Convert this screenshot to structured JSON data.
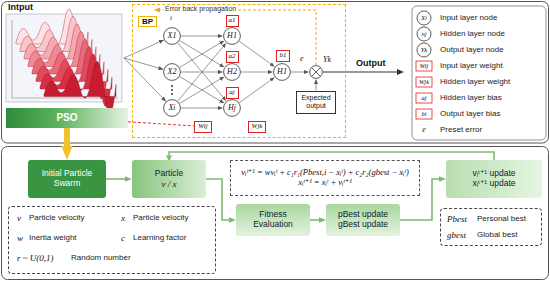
{
  "diagram": {
    "nodes": [
      {
        "text": [
          "PSO"
        ]
      },
      {
        "text": [
          "BP"
        ]
      },
      {
        "text": [
          "X1"
        ],
        "in": 1
      },
      {
        "text": [
          "X2"
        ],
        "in": 1
      },
      {
        "text": [
          "Xi"
        ],
        "in": 1
      },
      {
        "text": [
          "H1"
        ],
        "in": 1
      },
      {
        "text": [
          "H2"
        ],
        "in": 1
      },
      {
        "text": [
          "Hj"
        ],
        "in": 1
      },
      {
        "text": [
          "H1"
        ],
        "in": 1
      },
      {
        "text": [
          "e"
        ],
        "in": 1
      },
      {
        "text": [
          "Expected output"
        ],
        "in": 1
      },
      {
        "text": [
          "a1"
        ],
        "in": 1
      },
      {
        "text": [
          "a2"
        ],
        "in": 1
      },
      {
        "text": [
          "aj"
        ],
        "in": 1
      },
      {
        "text": [
          "b1"
        ],
        "in": 1
      },
      {
        "text": [
          "Wij"
        ],
        "in": 1
      },
      {
        "text": [
          "Wjk"
        ],
        "in": 1
      },
      {
        "text": [
          "Initial Particle Swarm"
        ]
      },
      {
        "text": [
          "Particle",
          "v / x"
        ]
      },
      {
        "text": [
          "v",
          "Particle velocity",
          "x",
          "Particle velocity",
          "w",
          "Inertia weight",
          "c",
          "Learning factor",
          "r ~ U(0,1)",
          "Random number"
        ]
      },
      {
        "text": [
          "vᵢᵗ⁺¹ = wvᵢᵗ + c₁r₁(Pbest,i − xᵢᵗ) + c₂r₂(gbest − xᵢᵗ)",
          "xᵢᵗ⁺¹ = xᵢᵗ + vᵢᵗ⁺¹"
        ]
      },
      {
        "text": [
          "Fitness Evaluation"
        ]
      },
      {
        "text": [
          "pBest update",
          "gBest update"
        ]
      },
      {
        "text": [
          "vᵢᵗ⁺¹ update",
          "xᵢᵗ⁺¹ update"
        ]
      },
      {
        "text": [
          "Pbest",
          "Personal best",
          "gbest",
          "Global best"
        ]
      }
    ],
    "edges": [
      {
        "from": 0,
        "to": 15,
        "arrow": "none"
      },
      {
        "from": 2,
        "to": 5,
        "arrow": "to"
      },
      {
        "from": 2,
        "to": 6,
        "arrow": "to"
      },
      {
        "from": 2,
        "to": 7,
        "arrow": "to"
      },
      {
        "from": 3,
        "to": 5,
        "arrow": "to"
      },
      {
        "from": 3,
        "to": 6,
        "arrow": "to"
      },
      {
        "from": 3,
        "to": 7,
        "arrow": "to"
      },
      {
        "from": 4,
        "to": 5,
        "arrow": "to"
      },
      {
        "from": 4,
        "to": 6,
        "arrow": "to"
      },
      {
        "from": 4,
        "to": 7,
        "arrow": "to"
      },
      {
        "from": 5,
        "to": 8,
        "arrow": "to"
      },
      {
        "from": 6,
        "to": 8,
        "arrow": "to"
      },
      {
        "from": 7,
        "to": 8,
        "arrow": "to"
      },
      {
        "from": 8,
        "to": 9,
        "arrow": "to"
      },
      {
        "from": 10,
        "to": 9,
        "arrow": "to"
      },
      {
        "from": 0,
        "to": 17,
        "arrow": "to"
      },
      {
        "from": 17,
        "to": 18,
        "arrow": "to"
      },
      {
        "from": 18,
        "to": 21,
        "arrow": "to"
      },
      {
        "from": 21,
        "to": 22,
        "arrow": "to"
      },
      {
        "from": 22,
        "to": 23,
        "arrow": "to"
      },
      {
        "from": 23,
        "to": 18,
        "arrow": "to"
      }
    ],
    "labels": [
      "Intput",
      "Output",
      "Error back propagation",
      "i",
      "Yk",
      "Xi",
      "nj",
      "Yk",
      "Wij",
      "Wjk",
      "aj",
      "bi",
      "e"
    ],
    "legend": [
      {
        "text": "Input layer node"
      },
      {
        "text": "Hidden layer node"
      },
      {
        "text": "Output layer node"
      },
      {
        "text": "Input layer weight"
      },
      {
        "text": "Hidden layer weight"
      },
      {
        "text": "Hidden layer bias"
      },
      {
        "text": "Output layer bias"
      },
      {
        "text": "Preset error"
      }
    ]
  }
}
